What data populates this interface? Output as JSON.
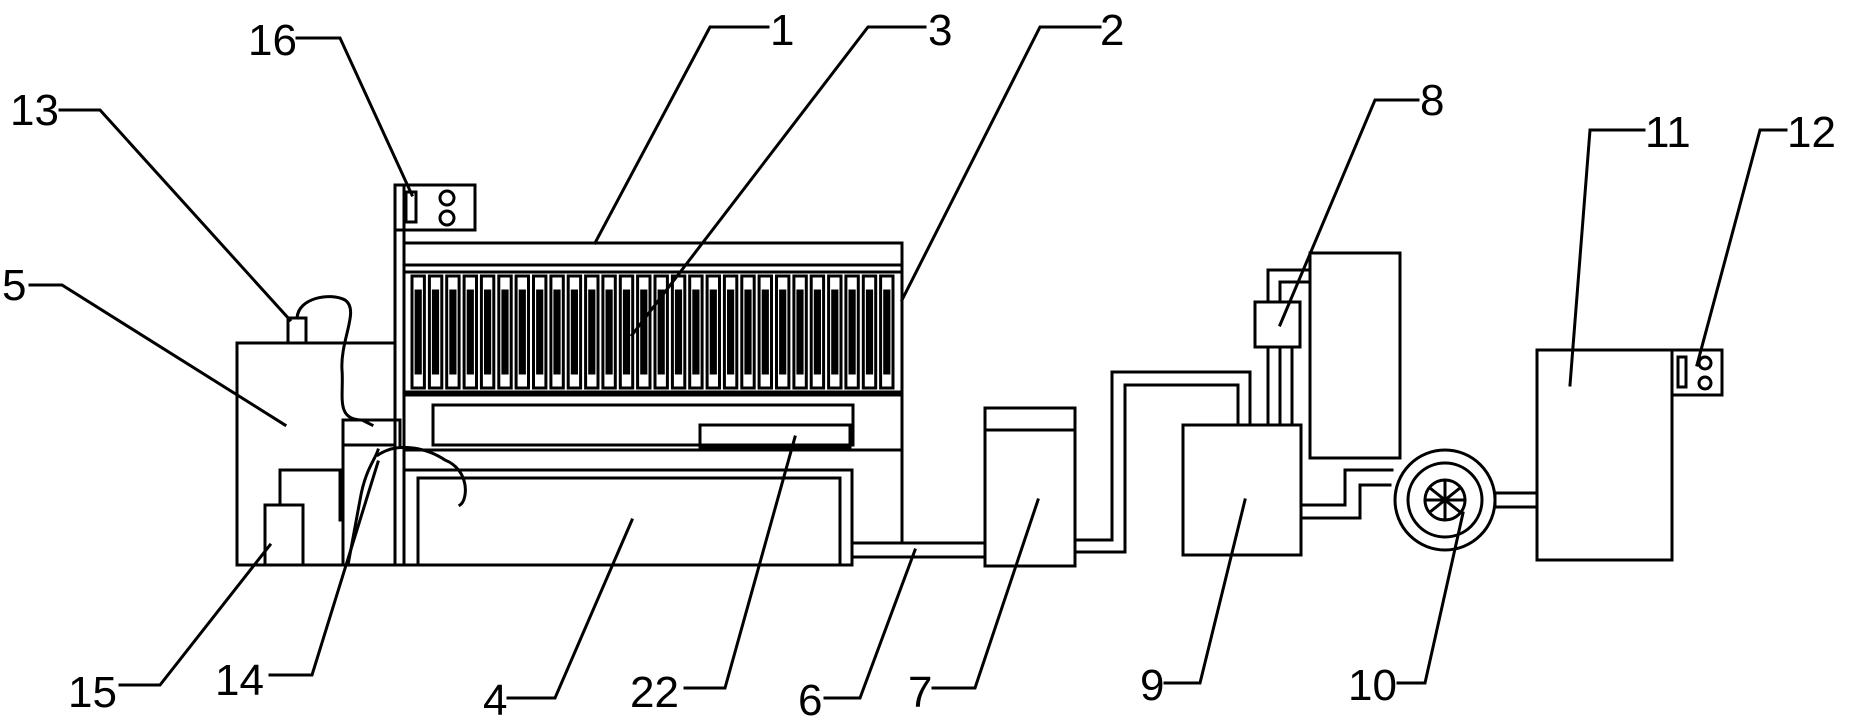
{
  "labels": {
    "l1": "1",
    "l2": "2",
    "l3": "3",
    "l4": "4",
    "l5": "5",
    "l6": "6",
    "l7": "7",
    "l8": "8",
    "l9": "9",
    "l10": "10",
    "l11": "11",
    "l12": "12",
    "l13": "13",
    "l14": "14",
    "l15": "15",
    "l16": "16",
    "l22": "22"
  },
  "colors": {
    "stroke": "#000000",
    "background": "#ffffff"
  }
}
